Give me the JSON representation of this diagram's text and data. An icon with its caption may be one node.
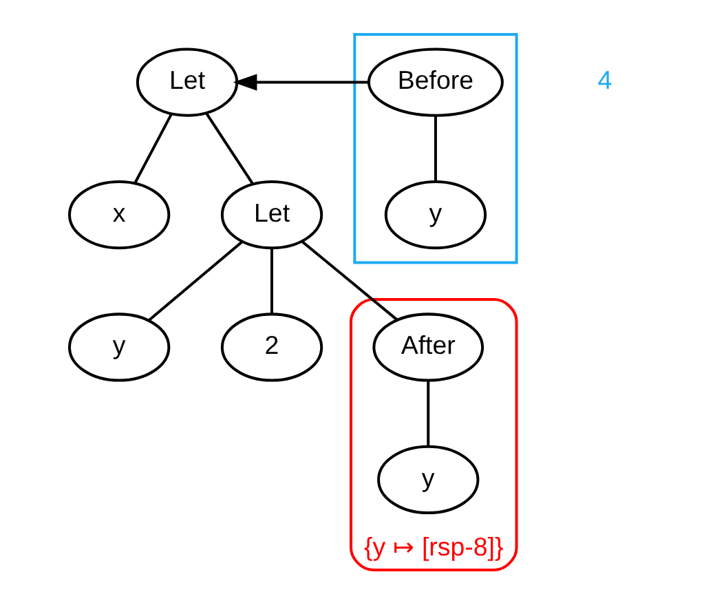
{
  "diagram": {
    "nodes": [
      {
        "text": [
          "Let"
        ]
      },
      {
        "text": [
          "x"
        ]
      },
      {
        "text": [
          "Let"
        ]
      },
      {
        "text": [],
        "shape": "box"
      },
      {
        "text": [
          "Before"
        ],
        "in": 3
      },
      {
        "text": [
          "y"
        ],
        "in": 3
      },
      {
        "text": [
          "y"
        ]
      },
      {
        "text": [
          "2"
        ]
      },
      {
        "text": [
          "{y ↦ [rsp-8]}"
        ]
      },
      {
        "text": [
          "After"
        ],
        "in": 8
      },
      {
        "text": [
          "y"
        ],
        "in": 8
      }
    ],
    "edges": [
      {
        "from": 0,
        "to": 1,
        "arrow": "none"
      },
      {
        "from": 0,
        "to": 2,
        "arrow": "none"
      },
      {
        "from": 4,
        "to": 0,
        "arrow": "to"
      },
      {
        "from": 2,
        "to": 6,
        "arrow": "none"
      },
      {
        "from": 2,
        "to": 7,
        "arrow": "none"
      },
      {
        "from": 2,
        "to": 9,
        "arrow": "none"
      },
      {
        "from": 9,
        "to": 10,
        "arrow": "none"
      },
      {
        "from": 4,
        "to": 5,
        "arrow": "none"
      }
    ],
    "labels": [
      "4"
    ]
  }
}
